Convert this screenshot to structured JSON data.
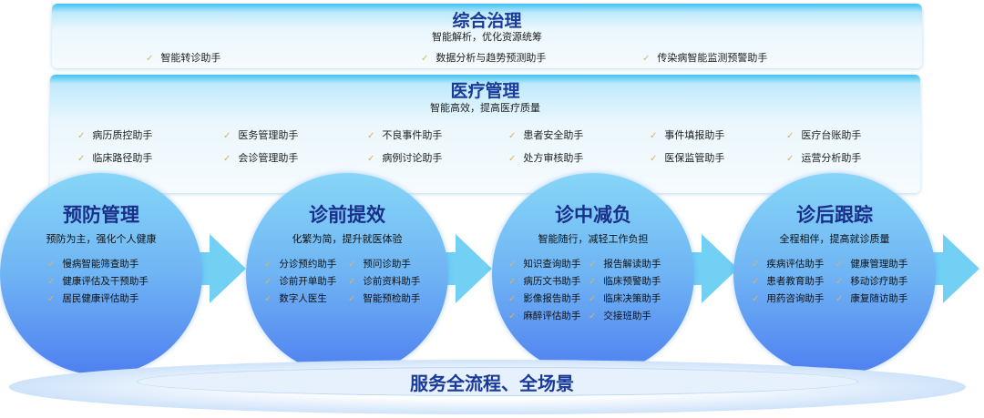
{
  "top": {
    "title": "综合治理",
    "subtitle": "智能解析，优化资源统筹",
    "items": [
      "智能转诊助手",
      "数据分析与趋势预测助手",
      "传染病智能监测预警助手"
    ]
  },
  "medical": {
    "title": "医疗管理",
    "subtitle": "智能高效，提高医疗质量",
    "items": [
      [
        "病历质控助手",
        "临床路径助手"
      ],
      [
        "医务管理助手",
        "会诊管理助手"
      ],
      [
        "不良事件助手",
        "病例讨论助手"
      ],
      [
        "患者安全助手",
        "处方审核助手"
      ],
      [
        "事件填报助手",
        "医保监管助手"
      ],
      [
        "医疗台账助手",
        "运营分析助手"
      ]
    ]
  },
  "stages": [
    {
      "title": "预防管理",
      "subtitle": "预防为主，强化个人健康",
      "left": [
        "慢病智能筛查助手",
        "健康评估及干预助手",
        "居民健康评估助手"
      ],
      "right": []
    },
    {
      "title": "诊前提效",
      "subtitle": "化繁为简，提升就医体验",
      "left": [
        "分诊预约助手",
        "诊前开单助手",
        "数字人医生"
      ],
      "right": [
        "预问诊助手",
        "诊前资料助手",
        "智能预检助手"
      ]
    },
    {
      "title": "诊中减负",
      "subtitle": "智能随行，减轻工作负担",
      "left": [
        "知识查询助手",
        "病历文书助手",
        "影像报告助手",
        "麻醉评估助手"
      ],
      "right": [
        "报告解读助手",
        "临床预警助手",
        "临床决策助手",
        "交接班助手"
      ]
    },
    {
      "title": "诊后跟踪",
      "subtitle": "全程相伴，提高就诊质量",
      "left": [
        "疾病评估助手",
        "患者教育助手",
        "用药咨询助手"
      ],
      "right": [
        "健康管理助手",
        "移动诊疗助手",
        "康复随访助手"
      ]
    }
  ],
  "base": {
    "title": "服务全流程、全场景"
  },
  "colors": {
    "title": "#1a3a9a",
    "check": "#e0b060"
  }
}
